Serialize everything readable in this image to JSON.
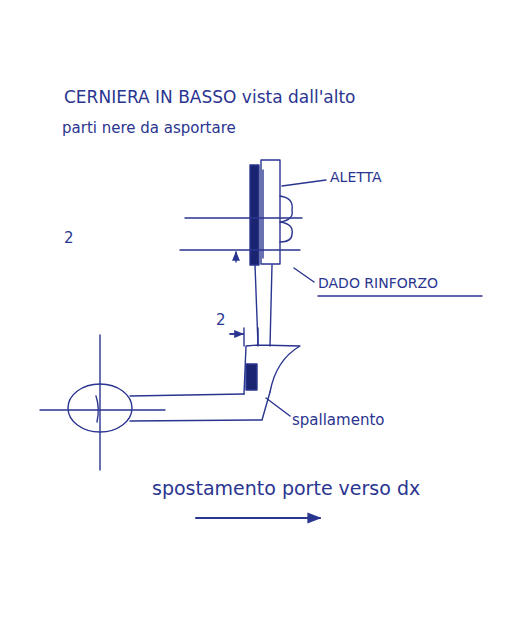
{
  "diagram": {
    "title": "CERNIERA IN BASSO vista dall'alto",
    "labels": [
      "parti nere da asportare",
      "ALETTA",
      "2",
      "DADO RINFORZO",
      "2",
      "spallamento",
      "spostamento porte verso dx"
    ]
  }
}
